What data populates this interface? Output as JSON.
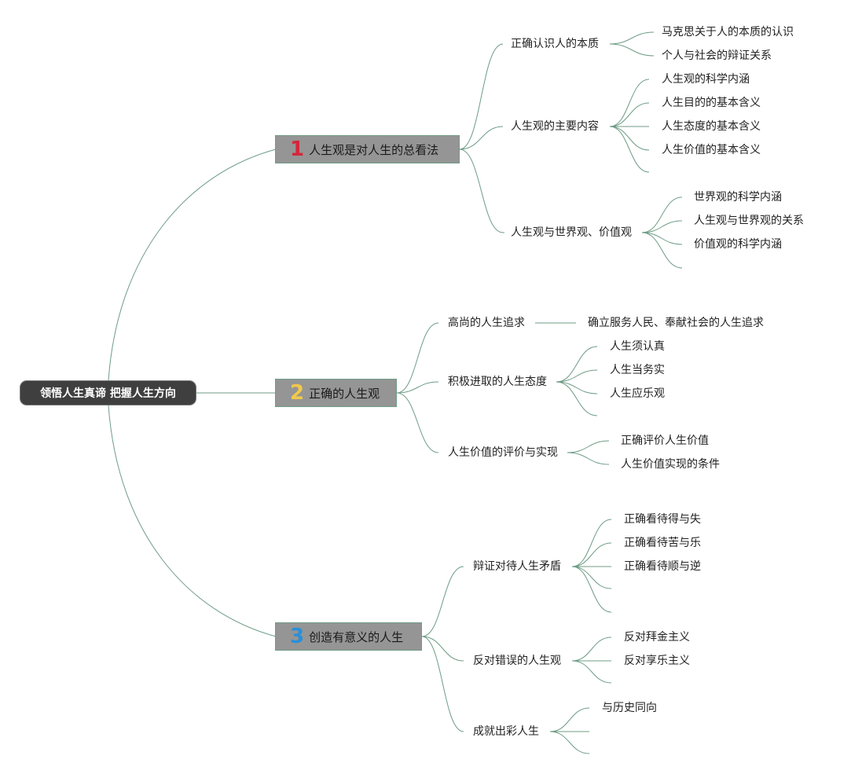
{
  "root": {
    "label": "领悟人生真谛 把握人生方向"
  },
  "branches": [
    {
      "number": "1",
      "number_color": "#d5263a",
      "label": "人生观是对人生的总看法",
      "children": [
        {
          "label": "正确认识人的本质",
          "children": [
            "马克思关于人的本质的认识",
            "个人与社会的辩证关系"
          ]
        },
        {
          "label": "人生观的主要内容",
          "children": [
            "人生观的科学内涵",
            "人生目的的基本含义",
            "人生态度的基本含义",
            "人生价值的基本含义",
            ""
          ]
        },
        {
          "label": "人生观与世界观、价值观",
          "children": [
            "世界观的科学内涵",
            "人生观与世界观的关系",
            "价值观的科学内涵",
            ""
          ]
        }
      ]
    },
    {
      "number": "2",
      "number_color": "#f2c84b",
      "label": "正确的人生观",
      "children": [
        {
          "label": "高尚的人生追求",
          "children": [
            "确立服务人民、奉献社会的人生追求"
          ]
        },
        {
          "label": "积极进取的人生态度",
          "children": [
            "人生须认真",
            "人生当务实",
            "人生应乐观",
            ""
          ]
        },
        {
          "label": "人生价值的评价与实现",
          "children": [
            "正确评价人生价值",
            "人生价值实现的条件"
          ]
        }
      ]
    },
    {
      "number": "3",
      "number_color": "#2a8fd8",
      "label": "创造有意义的人生",
      "children": [
        {
          "label": "辩证对待人生矛盾",
          "children": [
            "正确看待得与失",
            "正确看待苦与乐",
            "正确看待顺与逆",
            "",
            ""
          ]
        },
        {
          "label": "反对错误的人生观",
          "children": [
            "反对拜金主义",
            "反对享乐主义",
            ""
          ]
        },
        {
          "label": "成就出彩人生",
          "children": [
            "与历史同向",
            "",
            ""
          ]
        }
      ]
    }
  ],
  "colors": {
    "link": "#6f9c86",
    "root_bg": "#3f3f3f",
    "main_bg": "#959595"
  }
}
